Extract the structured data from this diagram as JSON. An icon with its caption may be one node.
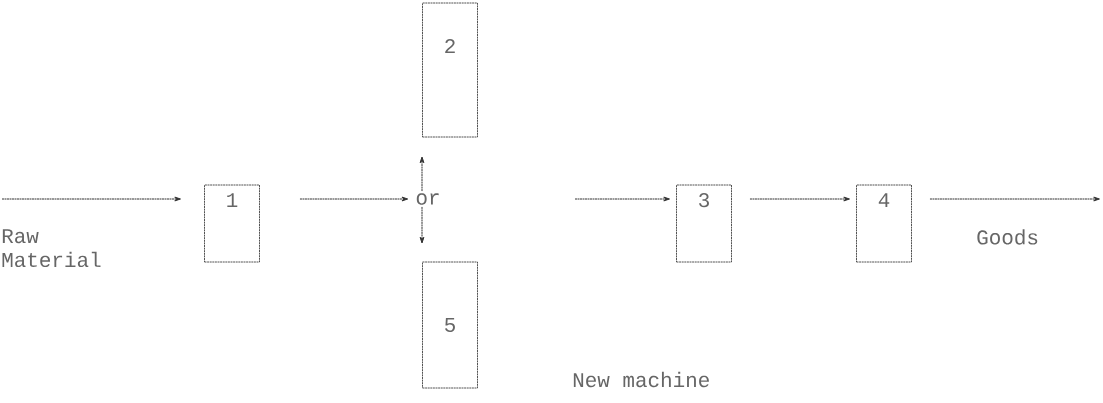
{
  "diagram": {
    "nodes": [
      {
        "text": [
          "1"
        ]
      },
      {
        "text": [
          "2"
        ]
      },
      {
        "text": [
          "or"
        ]
      },
      {
        "text": [
          "5"
        ]
      },
      {
        "text": [
          "3"
        ]
      },
      {
        "text": [
          "4"
        ]
      }
    ],
    "edges": [
      {
        "from": null,
        "to": 0,
        "arrow": "to",
        "label": "Raw Material"
      },
      {
        "from": 0,
        "to": 2,
        "arrow": "to"
      },
      {
        "from": 2,
        "to": 1,
        "arrow": "to"
      },
      {
        "from": 2,
        "to": 3,
        "arrow": "to"
      },
      {
        "from": null,
        "to": 4,
        "arrow": "to"
      },
      {
        "from": 4,
        "to": 5,
        "arrow": "to"
      },
      {
        "from": 5,
        "to": null,
        "arrow": "to",
        "label": "Goods"
      }
    ],
    "labels": [
      "New machine"
    ]
  }
}
